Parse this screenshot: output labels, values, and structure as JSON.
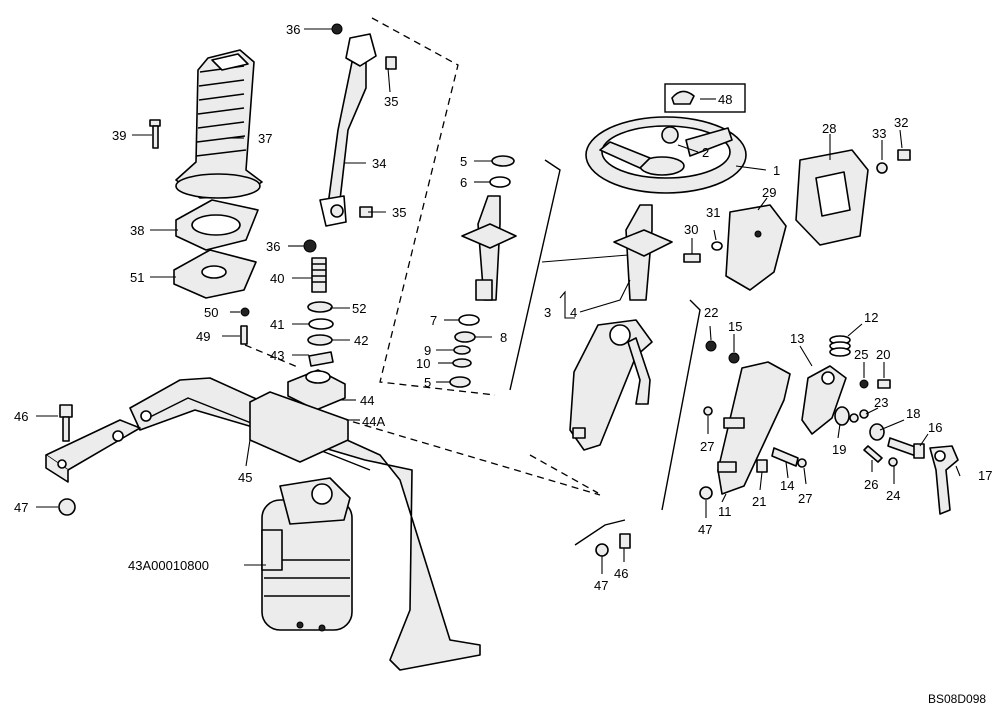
{
  "callouts": {
    "c1": "1",
    "c2": "2",
    "c3": "3",
    "c4": "4",
    "c5a": "5",
    "c5b": "5",
    "c6": "6",
    "c7": "7",
    "c8": "8",
    "c9": "9",
    "c10": "10",
    "c11": "11",
    "c12": "12",
    "c13": "13",
    "c14": "14",
    "c15": "15",
    "c16": "16",
    "c17": "17",
    "c18": "18",
    "c19": "19",
    "c20": "20",
    "c21": "21",
    "c22": "22",
    "c23": "23",
    "c24": "24",
    "c25": "25",
    "c26": "26",
    "c27a": "27",
    "c27b": "27",
    "c28": "28",
    "c29": "29",
    "c30": "30",
    "c31": "31",
    "c32": "32",
    "c33": "33",
    "c34": "34",
    "c35a": "35",
    "c35b": "35",
    "c36a": "36",
    "c36b": "36",
    "c37": "37",
    "c38": "38",
    "c39": "39",
    "c40": "40",
    "c41": "41",
    "c42": "42",
    "c43": "43",
    "c44": "44",
    "c44a": "44A",
    "c45": "45",
    "c46a": "46",
    "c46b": "46",
    "c47a": "47",
    "c47b": "47",
    "c47c": "47",
    "c48": "48",
    "c49": "49",
    "c50": "50",
    "c51": "51",
    "c52": "52"
  },
  "part_code": "43A00010800",
  "drawing_ref": "BS08D098"
}
